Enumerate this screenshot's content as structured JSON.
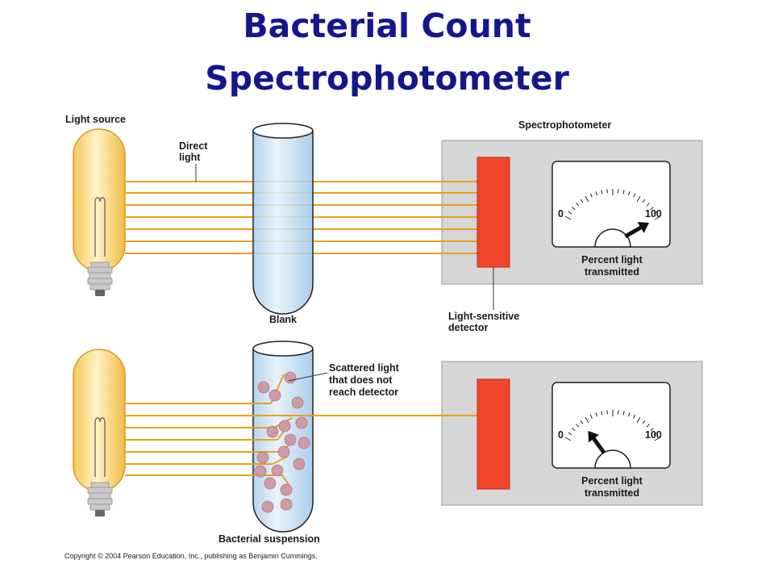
{
  "title": {
    "line1": "Bacterial Count",
    "line2": "Spectrophotometer"
  },
  "labels": {
    "light_source": "Light source",
    "direct_light_1": "Direct",
    "direct_light_2": "light",
    "spectrophotometer": "Spectrophotometer",
    "blank": "Blank",
    "detector_1": "Light-sensitive",
    "detector_2": "detector",
    "scattered_1": "Scattered light",
    "scattered_2": "that does not",
    "scattered_3": "reach detector",
    "bacterial_suspension": "Bacterial suspension",
    "copyright": "Copyright © 2004 Pearson Education, Inc., publishing as Benjamin Cummings."
  },
  "meter_top": {
    "min_label": "0",
    "max_label": "100",
    "caption_1": "Percent light",
    "caption_2": "transmitted",
    "reading_percent": 100
  },
  "meter_bottom": {
    "min_label": "0",
    "max_label": "100",
    "caption_1": "Percent light",
    "caption_2": "transmitted",
    "reading_percent": 20
  },
  "colors": {
    "title": "#14168c",
    "light_ray": "#e8a11a",
    "detector": "#f2462c",
    "housing": "#d6d6d6",
    "tube_fill": "#c3dff4",
    "bacteria": "#cf9aa4"
  }
}
